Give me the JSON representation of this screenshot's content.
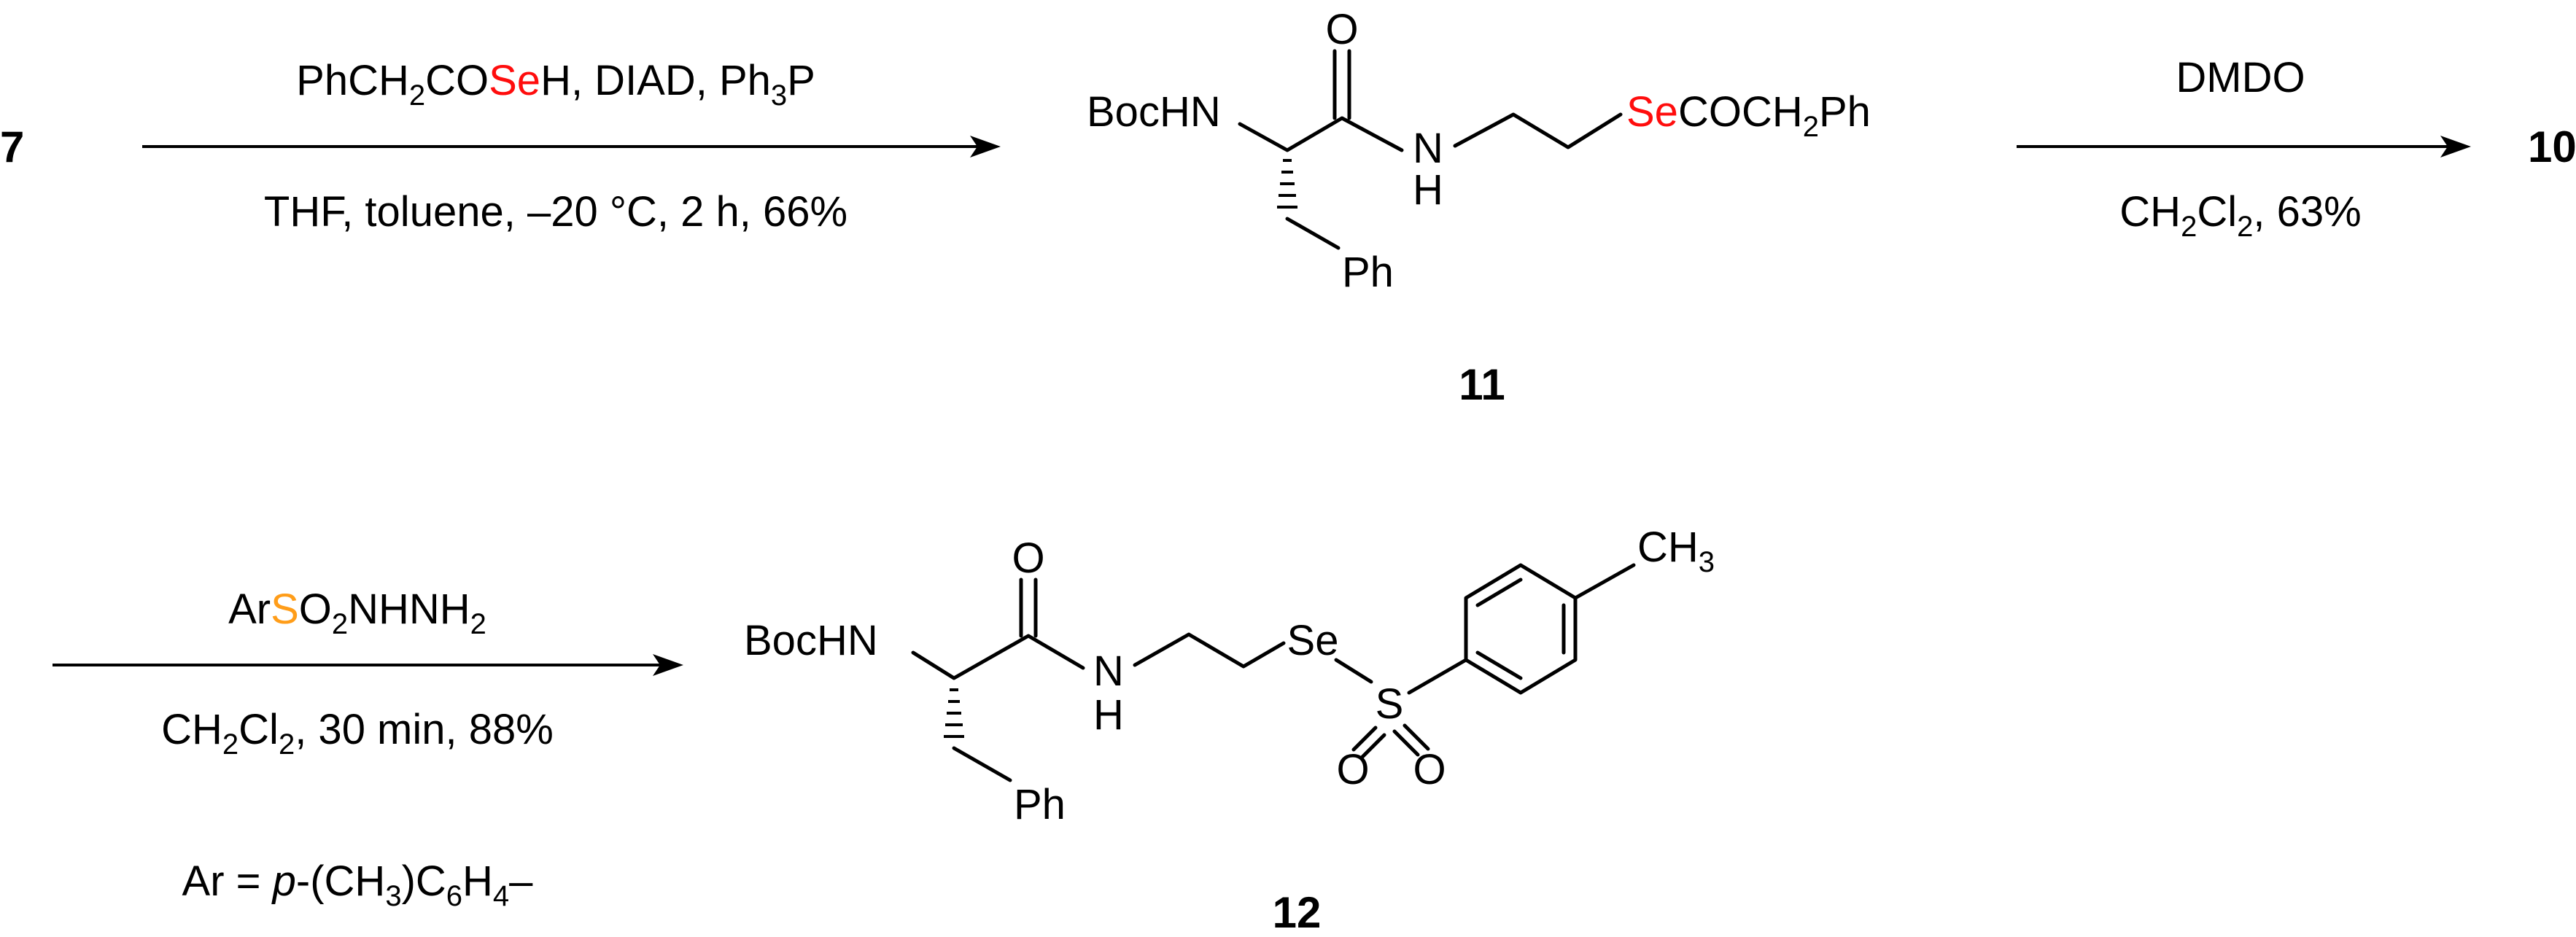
{
  "colors": {
    "selenium": "#ff0d0d",
    "sulfur": "#ff9d19",
    "ink": "#000000"
  },
  "compounds": {
    "start": "7",
    "product_a": "10",
    "intermediate": "11",
    "product_b": "12"
  },
  "step1": {
    "reagent_parts": [
      "PhCH",
      "2",
      "CO",
      "Se",
      "H, DIAD, Ph",
      "3",
      "P"
    ],
    "conditions": "THF, toluene, –20 °C, 2 h, 66%"
  },
  "step2": {
    "reagent": "DMDO",
    "conditions_parts": [
      "CH",
      "2",
      "Cl",
      "2",
      ", 63%"
    ]
  },
  "step3": {
    "reagent_parts": [
      "Ar",
      "S",
      "O",
      "2",
      "NHNH",
      "2"
    ],
    "conditions_parts": [
      "CH",
      "2",
      "Cl",
      "2",
      ", 30 min, 88%"
    ],
    "definition_parts": [
      "Ar = ",
      "p",
      "-(CH",
      "3",
      ")C",
      "6",
      "H",
      "4",
      "–"
    ]
  },
  "atoms": {
    "boc_hn": "BocHN",
    "n": "N",
    "h": "H",
    "o": "O",
    "ph": "Ph",
    "se": "Se",
    "s": "S",
    "secoch2ph_parts": [
      "Se",
      "COCH",
      "2",
      "Ph"
    ],
    "ch3_parts": [
      "CH",
      "3"
    ]
  }
}
